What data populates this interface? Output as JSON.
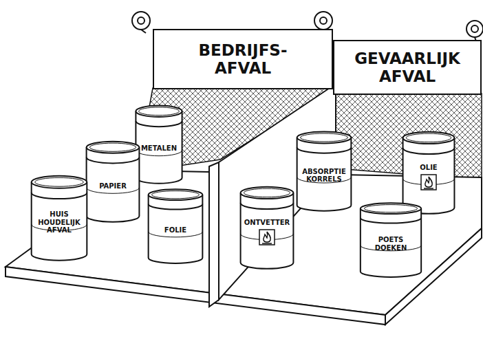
{
  "diagram": {
    "nodes": [
      {
        "text": [
          "BEDRIJFS- AFVAL"
        ]
      },
      {
        "text": [
          "GEVAARLIJK AFVAL"
        ]
      },
      {
        "text": [
          "METALEN"
        ]
      },
      {
        "text": [
          "PAPIER"
        ]
      },
      {
        "text": [
          "HUIS HOUDELIJK AFVAL"
        ]
      },
      {
        "text": [
          "FOLIE"
        ]
      },
      {
        "text": [
          "ABSORPTIE KORRELS"
        ]
      },
      {
        "text": [
          "OLIE"
        ]
      },
      {
        "text": [
          "ONTVETTER"
        ]
      },
      {
        "text": [
          "POETS DOEKEN"
        ]
      }
    ]
  }
}
